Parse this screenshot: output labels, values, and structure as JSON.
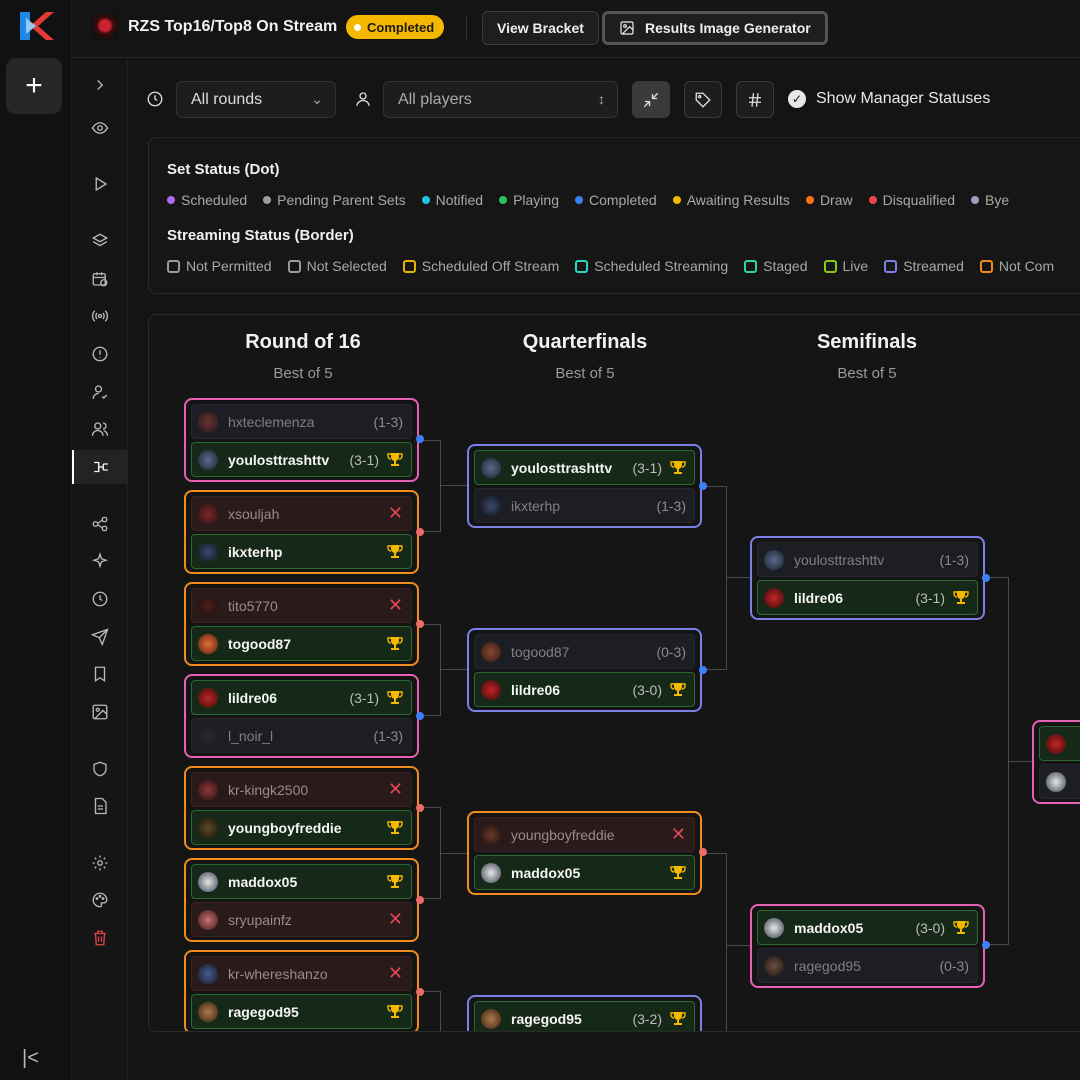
{
  "event": {
    "title": "RZS Top16/Top8 On Stream",
    "status": "Completed"
  },
  "topbar": {
    "view_bracket": "View Bracket",
    "results_generator": "Results Image Generator"
  },
  "filters": {
    "rounds": "All rounds",
    "players": "All players",
    "show_manager_statuses": "Show Manager Statuses"
  },
  "legend": {
    "set_status_title": "Set Status (Dot)",
    "set_status": [
      {
        "label": "Scheduled",
        "color": "#b06cf0"
      },
      {
        "label": "Pending Parent Sets",
        "color": "#9aa0a6"
      },
      {
        "label": "Notified",
        "color": "#22c3e6"
      },
      {
        "label": "Playing",
        "color": "#22c55e"
      },
      {
        "label": "Completed",
        "color": "#3b82f6"
      },
      {
        "label": "Awaiting Results",
        "color": "#f5b800"
      },
      {
        "label": "Draw",
        "color": "#f97316"
      },
      {
        "label": "Disqualified",
        "color": "#ef4444"
      },
      {
        "label": "Bye",
        "color": "#9aa0c0"
      }
    ],
    "streaming_status_title": "Streaming Status (Border)",
    "streaming_status": [
      {
        "label": "Not Permitted",
        "color": "#9a9a9a"
      },
      {
        "label": "Not Selected",
        "color": "#9a9a9a"
      },
      {
        "label": "Scheduled Off Stream",
        "color": "#e6b400"
      },
      {
        "label": "Scheduled Streaming",
        "color": "#2dd4bf"
      },
      {
        "label": "Staged",
        "color": "#2dd4a0"
      },
      {
        "label": "Live",
        "color": "#84cc16"
      },
      {
        "label": "Streamed",
        "color": "#7b7fe8"
      },
      {
        "label": "Not Com",
        "color": "#f08c1c"
      }
    ]
  },
  "rounds": [
    {
      "name": "Round of 16",
      "format": "Best of 5"
    },
    {
      "name": "Quarterfinals",
      "format": "Best of 5"
    },
    {
      "name": "Semifinals",
      "format": "Best of 5"
    }
  ],
  "matches": {
    "r16_1": {
      "p1": "hxteclemenza",
      "s1": "(1-3)",
      "p2": "youlosttrashttv",
      "s2": "(3-1)"
    },
    "r16_2": {
      "p1": "xsouljah",
      "p2": "ikxterhp"
    },
    "r16_3": {
      "p1": "tito5770",
      "p2": "togood87"
    },
    "r16_4": {
      "p1": "lildre06",
      "s1": "(3-1)",
      "p2": "l_noir_l",
      "s2": "(1-3)"
    },
    "r16_5": {
      "p1": "kr-kingk2500",
      "p2": "youngboyfreddie"
    },
    "r16_6": {
      "p1": "maddox05",
      "p2": "sryupainfz"
    },
    "r16_7": {
      "p1": "kr-whereshanzo",
      "p2": "ragegod95"
    },
    "qf_1": {
      "p1": "youlosttrashttv",
      "s1": "(3-1)",
      "p2": "ikxterhp",
      "s2": "(1-3)"
    },
    "qf_2": {
      "p1": "togood87",
      "s1": "(0-3)",
      "p2": "lildre06",
      "s2": "(3-0)"
    },
    "qf_3": {
      "p1": "youngboyfreddie",
      "p2": "maddox05"
    },
    "qf_4": {
      "p1": "ragegod95",
      "s1": "(3-2)"
    },
    "sf_1": {
      "p1": "youlosttrashttv",
      "s1": "(1-3)",
      "p2": "lildre06",
      "s2": "(3-1)"
    },
    "sf_2": {
      "p1": "maddox05",
      "s1": "(3-0)",
      "p2": "ragegod95",
      "s2": "(0-3)"
    }
  }
}
